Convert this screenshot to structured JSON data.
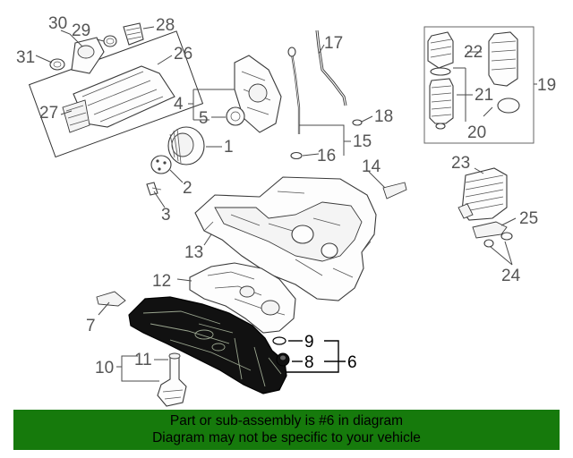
{
  "callouts": [
    "31",
    "30",
    "29",
    "28",
    "26",
    "27",
    "4",
    "5",
    "1",
    "2",
    "3",
    "17",
    "18",
    "16",
    "15",
    "14",
    "13",
    "12",
    "7",
    "9",
    "8",
    "6",
    "10",
    "11",
    "22",
    "21",
    "19",
    "20",
    "23",
    "25",
    "24"
  ],
  "highlighted_part": "6",
  "banner": {
    "line1": "Part or sub-assembly is #6 in diagram",
    "line2": "Diagram may not be specific to your vehicle"
  },
  "colors": {
    "banner_bg": "#167a0c",
    "highlight": "#000000",
    "normal_label": "#555555"
  }
}
